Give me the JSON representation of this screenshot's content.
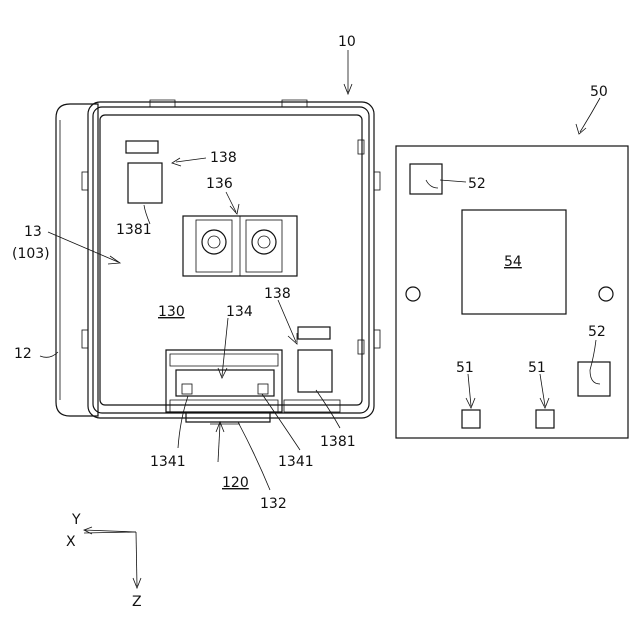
{
  "labels": {
    "l10": "10",
    "l50": "50",
    "l52a": "52",
    "l52b": "52",
    "l54": "54",
    "l51a": "51",
    "l51b": "51",
    "l138a": "138",
    "l136": "136",
    "l1381a": "1381",
    "l13": "13",
    "l103": "(103)",
    "l130": "130",
    "l134": "134",
    "l138b": "138",
    "l12": "12",
    "l1341a": "1341",
    "l1341b": "1341",
    "l1381b": "1381",
    "l120": "120",
    "l132": "132"
  },
  "axes": {
    "y": "Y",
    "x": "X",
    "z": "Z"
  }
}
